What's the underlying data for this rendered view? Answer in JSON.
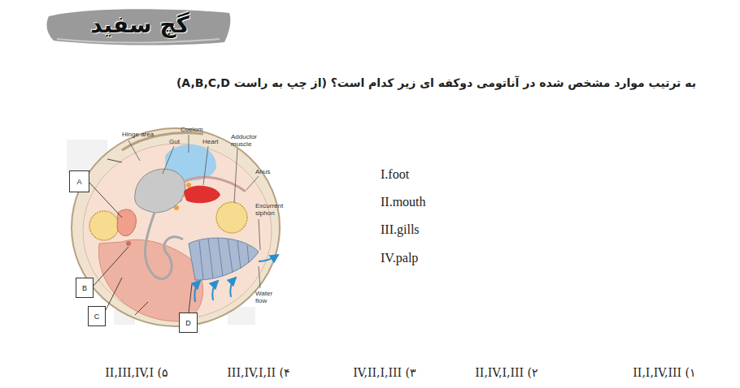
{
  "diagram": {
    "title": "به ترتیب موارد مشخص شده در آناتومی دوکفه ای زیر کدام است؟ (از چپ به راست A,B,C,D)",
    "nodes": [
      {
        "text": [
          "A"
        ]
      },
      {
        "text": [
          "B"
        ]
      },
      {
        "text": [
          "C"
        ]
      },
      {
        "text": [
          "D"
        ]
      }
    ],
    "labels": [
      "گچ سفید",
      "Hinge area",
      "Coelom",
      "Gut",
      "Heart",
      "Adductor muscle",
      "Anus",
      "Excurrent siphon",
      "Water flow",
      "I.foot",
      "II.mouth",
      "III.gills",
      "IV.palp",
      "۱) II,I,IV,III",
      "۲) II,IV,I,III",
      "۳) IV,II,I,III",
      "۴) III,IV,I,II",
      "۵) II,III,IV,I"
    ]
  }
}
